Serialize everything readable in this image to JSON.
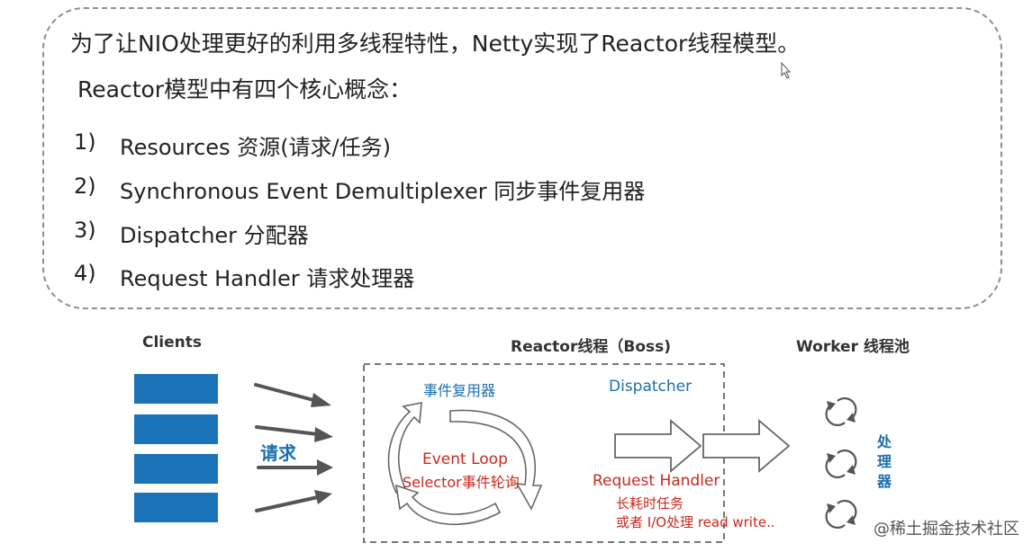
{
  "intro": {
    "headline": "为了让NIO处理更好的利用多线程特性，Netty实现了Reactor线程模型。",
    "subline": "Reactor模型中有四个核心概念：",
    "concepts": [
      {
        "num": "1)",
        "text": "Resources 资源(请求/任务)"
      },
      {
        "num": "2)",
        "text": "Synchronous Event Demultiplexer 同步事件复用器"
      },
      {
        "num": "3)",
        "text": "Dispatcher 分配器"
      },
      {
        "num": "4)",
        "text": "Request Handler 请求处理器"
      }
    ]
  },
  "diagram": {
    "clients_title": "Clients",
    "request_label": "请求",
    "reactor_title": "Reactor线程（Boss)",
    "demux_label": "事件复用器",
    "dispatcher_label": "Dispatcher",
    "event_loop_label": "Event Loop",
    "selector_label": "Selector事件轮询",
    "handler_label": "Request Handler",
    "long_task_label": "长耗时任务",
    "io_label": "或者 I/O处理 read write..",
    "worker_title": "Worker 线程池",
    "worker_chars": [
      "处",
      "理",
      "器"
    ]
  },
  "colors": {
    "client_blue": "#1a73b8",
    "label_blue": "#1a6fb0",
    "label_red": "#c8281e",
    "border_gray": "#8f8f8f"
  },
  "watermark": "@稀土掘金技术社区"
}
